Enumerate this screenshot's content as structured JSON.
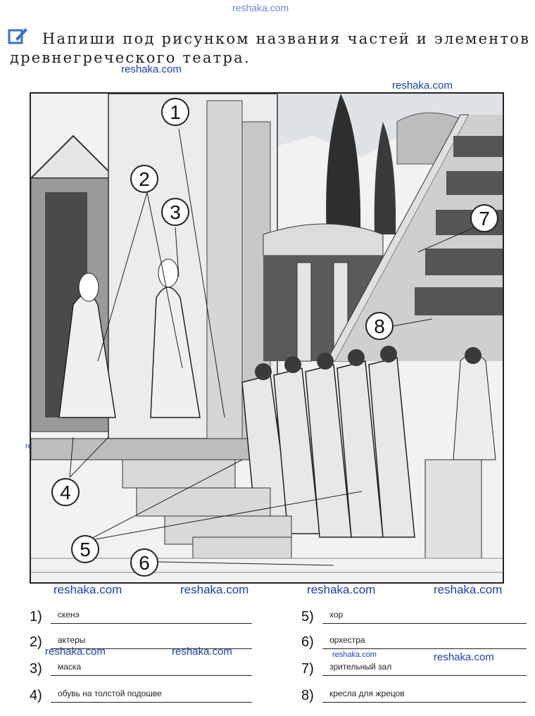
{
  "watermark": "reshaka.com",
  "task": {
    "icon": "pencil-square-icon",
    "text": "Напиши под рисунком названия частей и элементов древнегреческого театра."
  },
  "callouts": [
    "1",
    "2",
    "3",
    "4",
    "5",
    "6",
    "7",
    "8"
  ],
  "answers": [
    {
      "num": "1)",
      "value": "скенэ"
    },
    {
      "num": "2)",
      "value": "актеры"
    },
    {
      "num": "3)",
      "value": "маска"
    },
    {
      "num": "4)",
      "value": "обувь на толстой подошве"
    },
    {
      "num": "5)",
      "value": "хор"
    },
    {
      "num": "6)",
      "value": "орхестра"
    },
    {
      "num": "7)",
      "value": "зрительный зал"
    },
    {
      "num": "8)",
      "value": "кресла для жрецов"
    }
  ],
  "colors": {
    "watermark": "#1b3fb0",
    "ink": "#1a1a1a",
    "icon": "#3a6fd0"
  }
}
